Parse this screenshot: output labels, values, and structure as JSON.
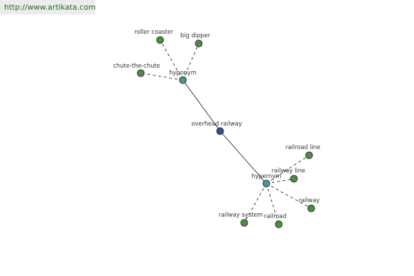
{
  "banner": {
    "url": "http://www.artikata.com"
  },
  "graph": {
    "colors": {
      "leaf_node": "#4e8b43",
      "relation_node": "#4a9494",
      "center_node": "#3b4a8c",
      "node_stroke": "#222222",
      "edge": "#222222"
    },
    "nodes": [
      {
        "id": "center",
        "label": "overhead railway",
        "kind": "center"
      },
      {
        "id": "hyponym",
        "label": "hyponym",
        "kind": "relation"
      },
      {
        "id": "hypernym",
        "label": "hypernym",
        "kind": "relation"
      },
      {
        "id": "roller-coaster",
        "label": "roller coaster",
        "kind": "leaf"
      },
      {
        "id": "big-dipper",
        "label": "big dipper",
        "kind": "leaf"
      },
      {
        "id": "chute-the-chute",
        "label": "chute-the-chute",
        "kind": "leaf"
      },
      {
        "id": "railroad-line",
        "label": "railroad line",
        "kind": "leaf"
      },
      {
        "id": "railway-line",
        "label": "railway line",
        "kind": "leaf"
      },
      {
        "id": "railway",
        "label": "railway",
        "kind": "leaf"
      },
      {
        "id": "railroad",
        "label": "railroad",
        "kind": "leaf"
      },
      {
        "id": "railway-system",
        "label": "railway system",
        "kind": "leaf"
      }
    ],
    "edges": [
      {
        "from": "center",
        "to": "hyponym",
        "style": "solid"
      },
      {
        "from": "center",
        "to": "hypernym",
        "style": "solid"
      },
      {
        "from": "hyponym",
        "to": "roller-coaster",
        "style": "dashed"
      },
      {
        "from": "hyponym",
        "to": "big-dipper",
        "style": "dashed"
      },
      {
        "from": "hyponym",
        "to": "chute-the-chute",
        "style": "dashed"
      },
      {
        "from": "hypernym",
        "to": "railroad-line",
        "style": "dashed"
      },
      {
        "from": "hypernym",
        "to": "railway-line",
        "style": "dashed"
      },
      {
        "from": "hypernym",
        "to": "railway",
        "style": "dashed"
      },
      {
        "from": "hypernym",
        "to": "railroad",
        "style": "dashed"
      },
      {
        "from": "hypernym",
        "to": "railway-system",
        "style": "dashed"
      }
    ]
  }
}
